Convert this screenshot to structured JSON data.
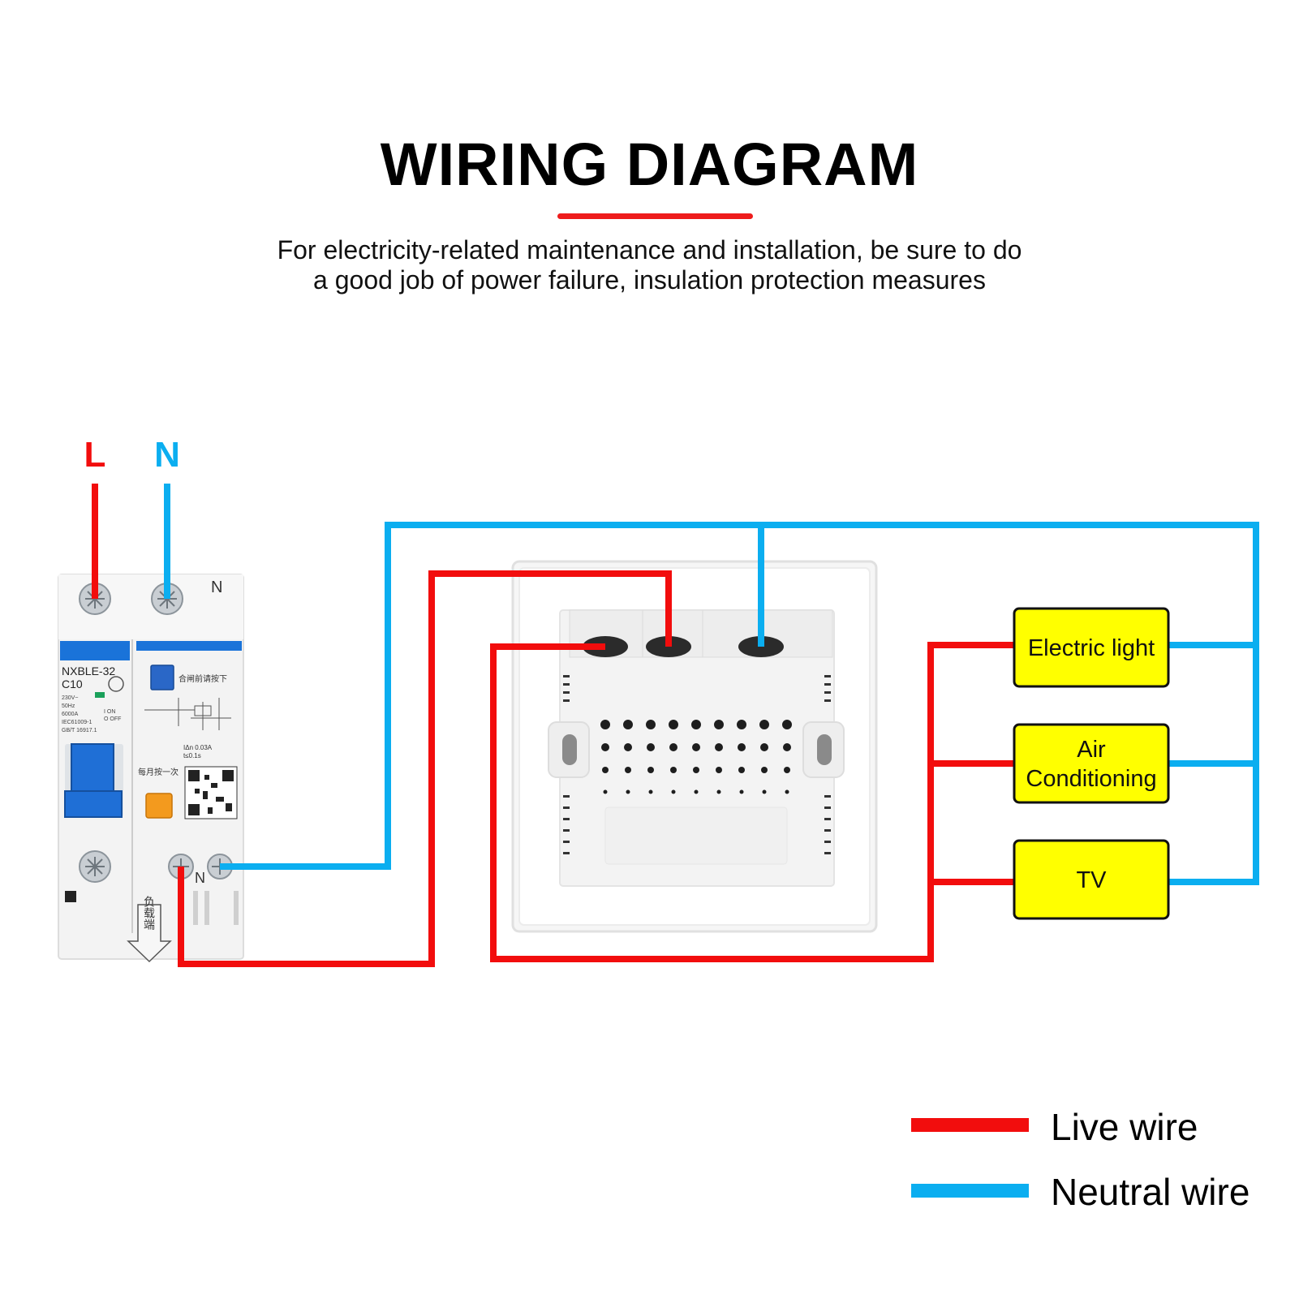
{
  "header": {
    "title": "WIRING DIAGRAM",
    "subtitle_line1": "For electricity-related maintenance and installation, be sure to do",
    "subtitle_line2": "a good job of power failure, insulation protection measures"
  },
  "terminals": {
    "live": "L",
    "neutral": "N"
  },
  "breaker": {
    "model": "NXBLE-32",
    "rating": "C10",
    "spec_lines": [
      "230V~",
      "50Hz",
      "6000A",
      "IEC61009-1",
      "GB/T 16917.1"
    ],
    "on_off": [
      "I ON",
      "O OFF"
    ],
    "top_n_mark": "N",
    "bottom_n_mark": "N",
    "push_note": "合闸前请按下",
    "monthly_note": "每月按一次",
    "trip_spec": [
      "IΔn 0.03A",
      "t≤0.1s"
    ],
    "load_side": "负载端"
  },
  "loads": [
    {
      "label_lines": [
        "Electric light"
      ]
    },
    {
      "label_lines": [
        "Air",
        "Conditioning"
      ]
    },
    {
      "label_lines": [
        "TV"
      ]
    }
  ],
  "legend": {
    "live": {
      "label": "Live wire",
      "color": "#f20d0d"
    },
    "neutral": {
      "label": "Neutral wire",
      "color": "#0baef0"
    }
  },
  "colors": {
    "live": "#f20d0d",
    "neutral": "#0baef0",
    "load_box": "#ffff00",
    "title_underline": "#ee1c1c"
  }
}
